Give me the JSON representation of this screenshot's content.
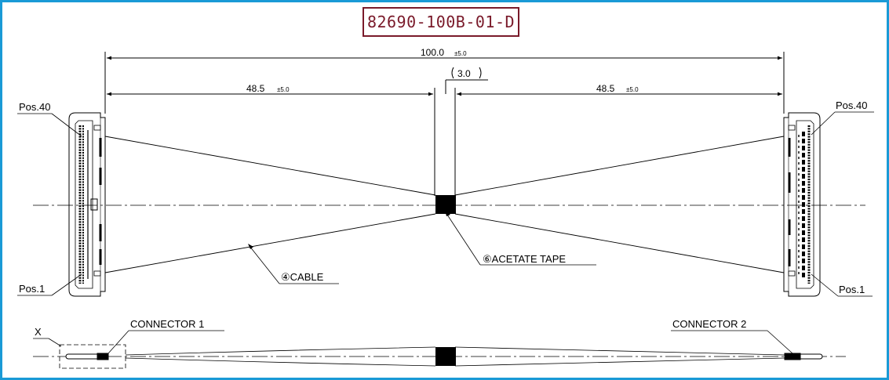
{
  "title": "82690-100B-01-D",
  "dimensions": {
    "overall": {
      "value": "100.0",
      "tolerance": "±5.0"
    },
    "left": {
      "value": "48.5",
      "tolerance": "±5.0"
    },
    "right": {
      "value": "48.5",
      "tolerance": "±5.0"
    },
    "tape": {
      "value": "3.0"
    }
  },
  "labels": {
    "pos40_left": "Pos.40",
    "pos1_left": "Pos.1",
    "pos40_right": "Pos.40",
    "pos1_right": "Pos.1",
    "cable": "④CABLE",
    "tape": "⑥ACETATE TAPE",
    "connector1": "CONNECTOR 1",
    "connector2": "CONNECTOR 2",
    "detail": "X"
  },
  "colors": {
    "frame": "#1a9ad6",
    "title": "#7a1a2a",
    "line": "#000000"
  }
}
